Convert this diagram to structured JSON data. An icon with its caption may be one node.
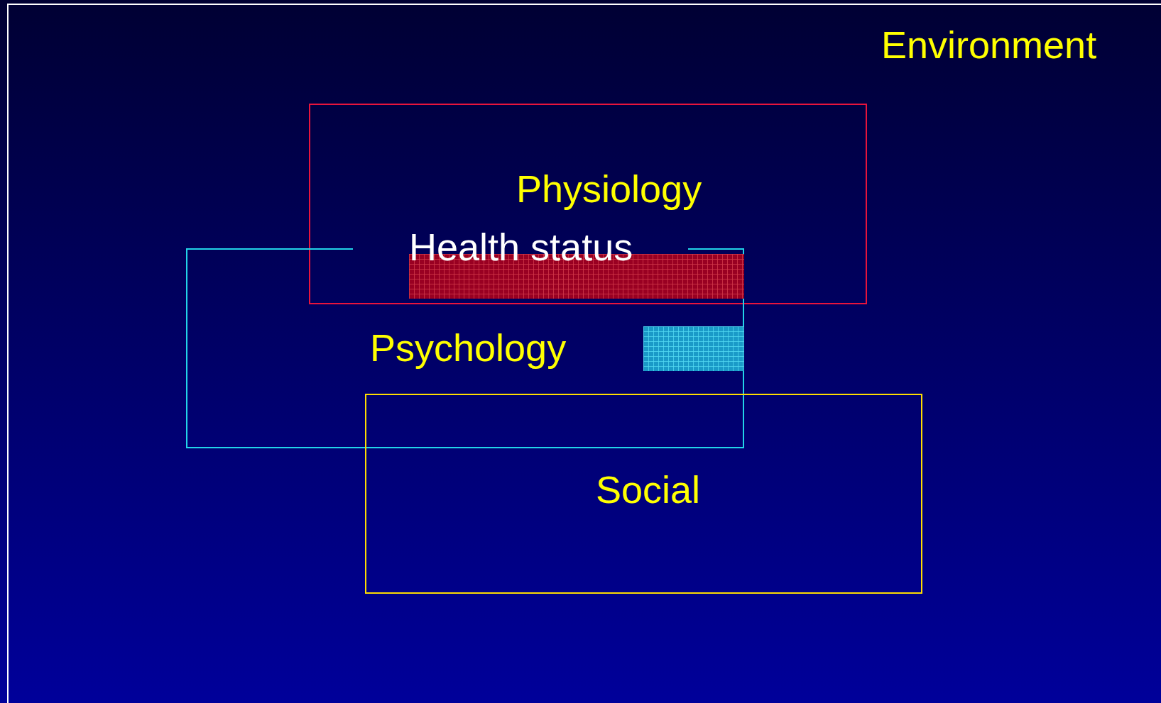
{
  "diagram": {
    "nodes": [
      {
        "text": [
          "Environment"
        ]
      },
      {
        "text": [
          "Physiology"
        ],
        "in": 0
      },
      {
        "text": [
          "Psychology"
        ],
        "in": 0
      },
      {
        "text": [
          "Social"
        ],
        "in": 0
      },
      {
        "text": [
          "Health status"
        ],
        "in": 1
      },
      {
        "text": [],
        "shape": "bar"
      },
      {
        "text": [],
        "shape": "bar",
        "in": 2
      }
    ]
  }
}
